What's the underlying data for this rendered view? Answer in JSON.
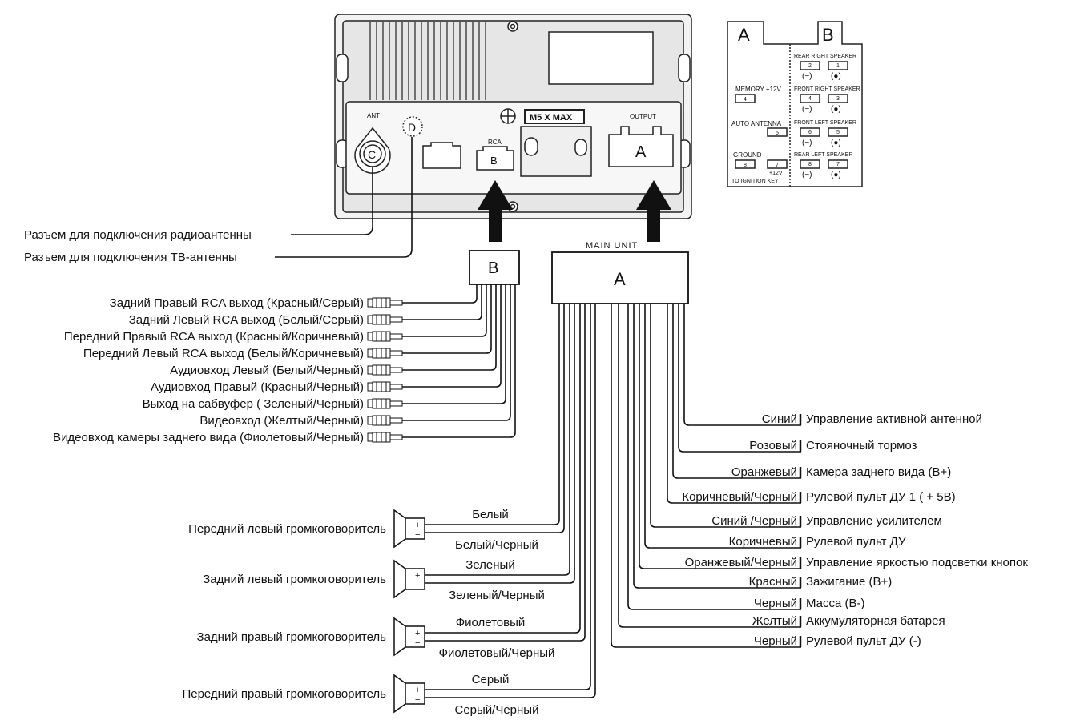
{
  "unit": {
    "ant_label": "ANT",
    "c_label": "C",
    "d_label": "D",
    "rca_label": "RCA",
    "b_label": "B",
    "output_label": "OUTPUT",
    "a_label": "A",
    "badge_text": "M5 X MAX"
  },
  "pinout": {
    "a_header": "A",
    "b_header": "B",
    "left": {
      "memory": "MEMORY +12V",
      "memory_pin": "4",
      "auto_antenna": "AUTO ANTENNA",
      "auto_antenna_pin": "5",
      "ground": "GROUND",
      "ground_pin": "8",
      "ignition_pin": "7",
      "ignition_top": "+12V",
      "ignition": "TO IGNITION KEY"
    },
    "speakers": [
      {
        "title": "REAR RIGHT SPEAKER",
        "pin_minus": "2",
        "pin_plus": "1"
      },
      {
        "title": "FRONT RIGHT SPEAKER",
        "pin_minus": "4",
        "pin_plus": "3"
      },
      {
        "title": "FRONT LEFT SPEAKER",
        "pin_minus": "6",
        "pin_plus": "5"
      },
      {
        "title": "REAR LEFT SPEAKER",
        "pin_minus": "8",
        "pin_plus": "7"
      }
    ],
    "minus_sym": "(−)",
    "plus_sym": "(●)"
  },
  "antenna_labels": {
    "radio": "Разъем для подключения радиоантенны",
    "tv": "Разъем для подключения ТВ-антенны"
  },
  "main_unit_label": "MAIN UNIT",
  "connector_b": "B",
  "connector_a": "A",
  "rca_outputs": [
    "Задний Правый RCA выход (Красный/Серый)",
    "Задний Левый RCA выход (Белый/Серый)",
    "Передний Правый RCA выход (Красный/Коричневый)",
    "Передний Левый RCA выход (Белый/Коричневый)",
    "Аудиовход Левый (Белый/Черный)",
    "Аудиовход Правый (Красный/Черный)",
    "Выход на сабвуфер ( Зеленый/Черный)",
    "Видеовход (Желтый/Черный)",
    "Видеовход камеры заднего вида (Фиолетовый/Черный)"
  ],
  "speakers": [
    {
      "name": "Передний левый громкоговоритель",
      "plus_wire": "Белый",
      "minus_wire": "Белый/Черный"
    },
    {
      "name": "Задний левый громкоговоритель",
      "plus_wire": "Зеленый",
      "minus_wire": "Зеленый/Черный"
    },
    {
      "name": "Задний правый громкоговоритель",
      "plus_wire": "Фиолетовый",
      "minus_wire": "Фиолетовый/Черный"
    },
    {
      "name": "Передний правый громкоговоритель",
      "plus_wire": "Серый",
      "minus_wire": "Серый/Черный"
    }
  ],
  "plus_sign": "+",
  "minus_sign": "−",
  "power_wires": [
    {
      "color": "Синий",
      "function": "Управление  активной антенной"
    },
    {
      "color": "Розовый",
      "function": "Стояночный тормоз"
    },
    {
      "color": "Оранжевый",
      "function": "Камера заднего вида (В+)"
    },
    {
      "color": "Коричневый/Черный",
      "function": "Рулевой пульт ДУ 1 ( + 5В)"
    },
    {
      "color": "Синий /Черный",
      "function": "Управление усилителем"
    },
    {
      "color": "Коричневый",
      "function": "Рулевой пульт ДУ"
    },
    {
      "color": "Оранжевый/Черный",
      "function": "Управление яркостью подсветки кнопок"
    },
    {
      "color": "Красный",
      "function": "Зажигание (В+)"
    },
    {
      "color": "Черный",
      "function": "Масса (В-)"
    },
    {
      "color": "Желтый",
      "function": "Аккумуляторная батарея"
    },
    {
      "color": "Черный",
      "function": "Рулевой пульт ДУ (-)"
    }
  ]
}
